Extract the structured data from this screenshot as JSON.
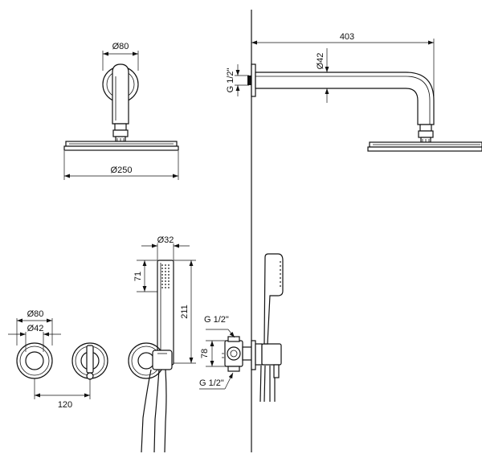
{
  "dimensions": {
    "ring_diameter_top": "Ø80",
    "head_diameter": "Ø250",
    "arm_length": "403",
    "arm_diameter": "Ø42",
    "wall_thread_top": "G 1/2\"",
    "handshower_diameter": "Ø32",
    "handshower_head_height": "71",
    "handshower_height": "211",
    "mixer_ring_diameter": "Ø80",
    "mixer_body_diameter": "Ø42",
    "mixer_spacing": "120",
    "box_thread_top": "G 1/2\"",
    "box_thread_bottom": "G 1/2\"",
    "box_height": "78"
  }
}
